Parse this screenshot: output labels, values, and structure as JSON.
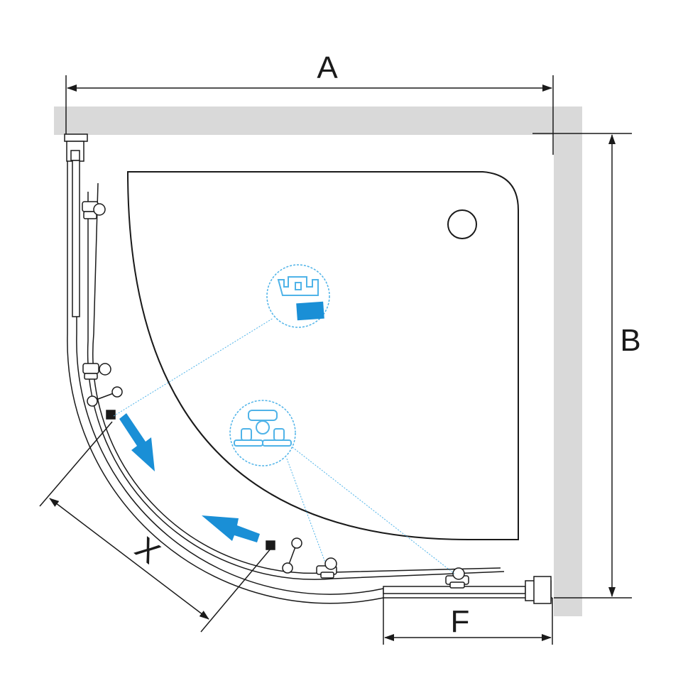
{
  "labels": {
    "width": "A",
    "depth": "B",
    "fixed_panel": "F",
    "door_opening": "X"
  },
  "colors": {
    "wall": "#d9d9d9",
    "line": "#1a1a1a",
    "accent": "#1a8fd6",
    "leader": "#4fb3e8"
  },
  "icons": {
    "detail_top": "wall-profile-detail-icon",
    "detail_bottom": "roller-detail-icon",
    "arrows": "sliding-direction-arrow-icon"
  }
}
